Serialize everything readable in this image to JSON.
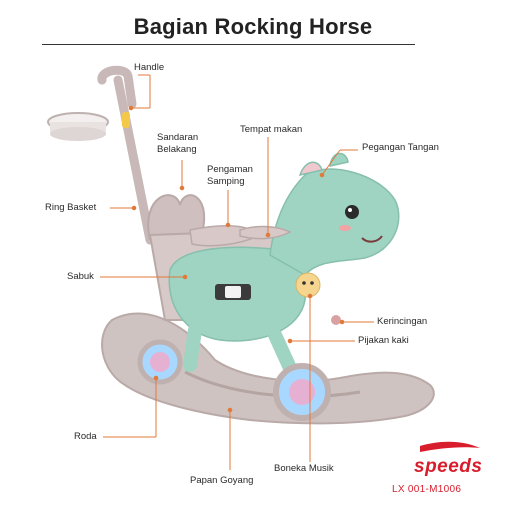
{
  "title": "Bagian Rocking Horse",
  "labels": {
    "handle": "Handle",
    "sandaran_line1": "Sandaran",
    "sandaran_line2": "Belakang",
    "tempat_makan": "Tempat makan",
    "pegangan_tangan": "Pegangan Tangan",
    "pengaman_line1": "Pengaman",
    "pengaman_line2": "Samping",
    "ring_basket": "Ring Basket",
    "sabuk": "Sabuk",
    "kerincingan": "Kerincingan",
    "pijakan_kaki": "Pijakan kaki",
    "roda": "Roda",
    "boneka_musik": "Boneka Musik",
    "papan_goyang": "Papan Goyang"
  },
  "brand": {
    "name": "speeds",
    "code": "LX 001-M1006",
    "color": "#d81e2c"
  },
  "colors": {
    "leader_line": "#e07a3a",
    "horse_body": "#9fd3c2",
    "frame": "#c9b8b8"
  }
}
